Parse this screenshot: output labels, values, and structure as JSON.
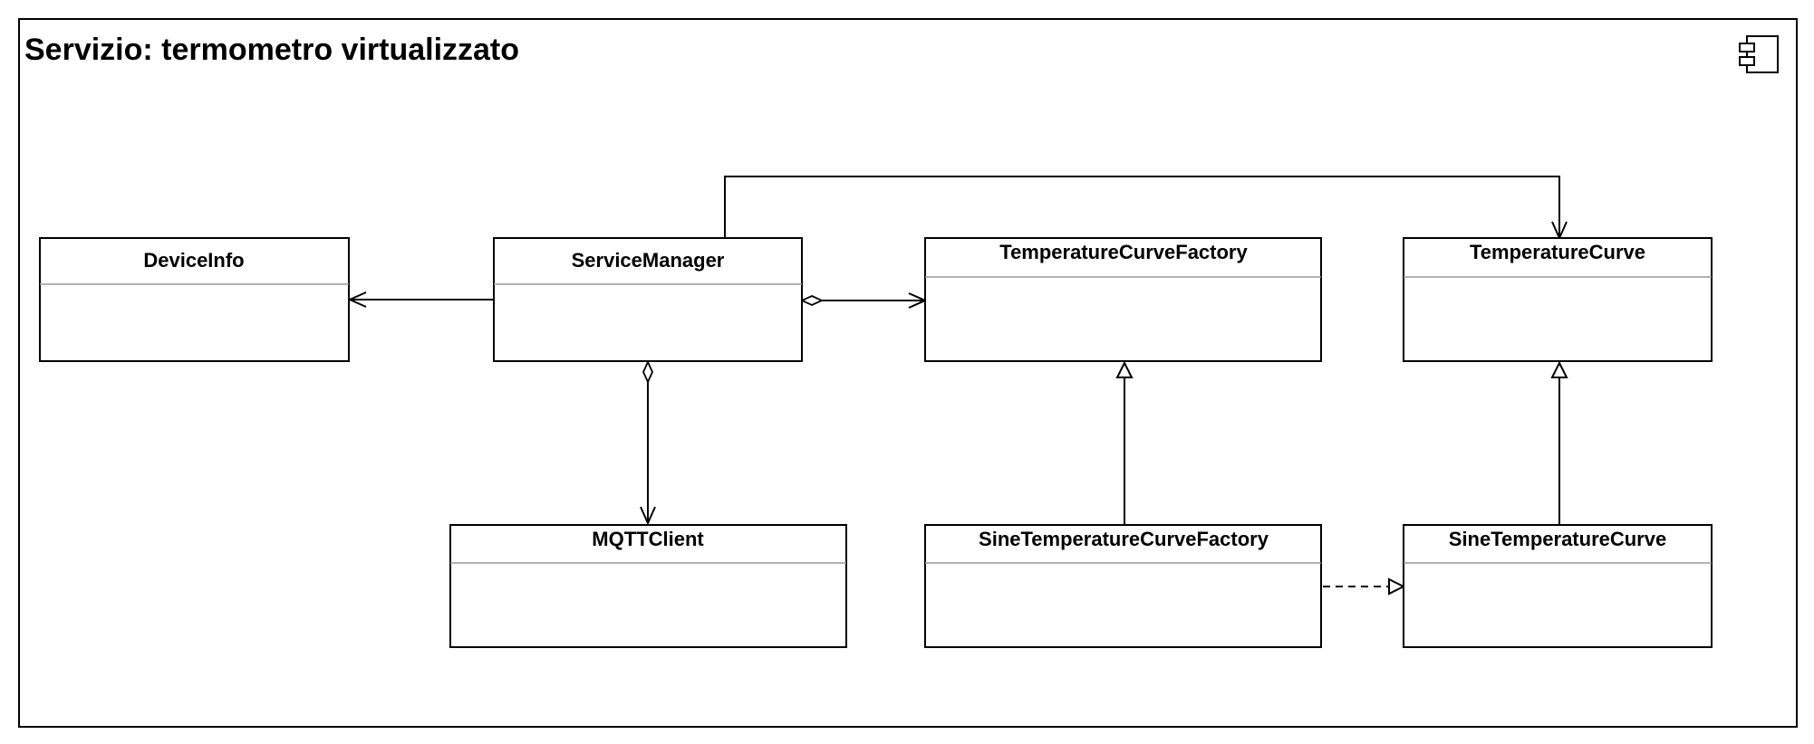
{
  "diagram": {
    "title": "Servizio: termometro virtualizzato",
    "component_icon": "component-icon",
    "classes": {
      "device_info": "DeviceInfo",
      "service_manager": "ServiceManager",
      "temperature_curve_factory": "TemperatureCurveFactory",
      "temperature_curve": "TemperatureCurve",
      "mqtt_client": "MQTTClient",
      "sine_temperature_curve_factory": "SineTemperatureCurveFactory",
      "sine_temperature_curve": "SineTemperatureCurve"
    },
    "relations": [
      {
        "from": "ServiceManager",
        "to": "DeviceInfo",
        "kind": "association"
      },
      {
        "from": "ServiceManager",
        "to": "TemperatureCurveFactory",
        "kind": "aggregation"
      },
      {
        "from": "ServiceManager",
        "to": "MQTTClient",
        "kind": "aggregation"
      },
      {
        "from": "ServiceManager",
        "to": "TemperatureCurve",
        "kind": "association"
      },
      {
        "from": "SineTemperatureCurveFactory",
        "to": "TemperatureCurveFactory",
        "kind": "generalization"
      },
      {
        "from": "SineTemperatureCurve",
        "to": "TemperatureCurve",
        "kind": "generalization"
      },
      {
        "from": "SineTemperatureCurveFactory",
        "to": "SineTemperatureCurve",
        "kind": "realization"
      }
    ],
    "colors": {
      "stroke": "#000000",
      "divider": "#999999",
      "background": "#ffffff"
    }
  }
}
